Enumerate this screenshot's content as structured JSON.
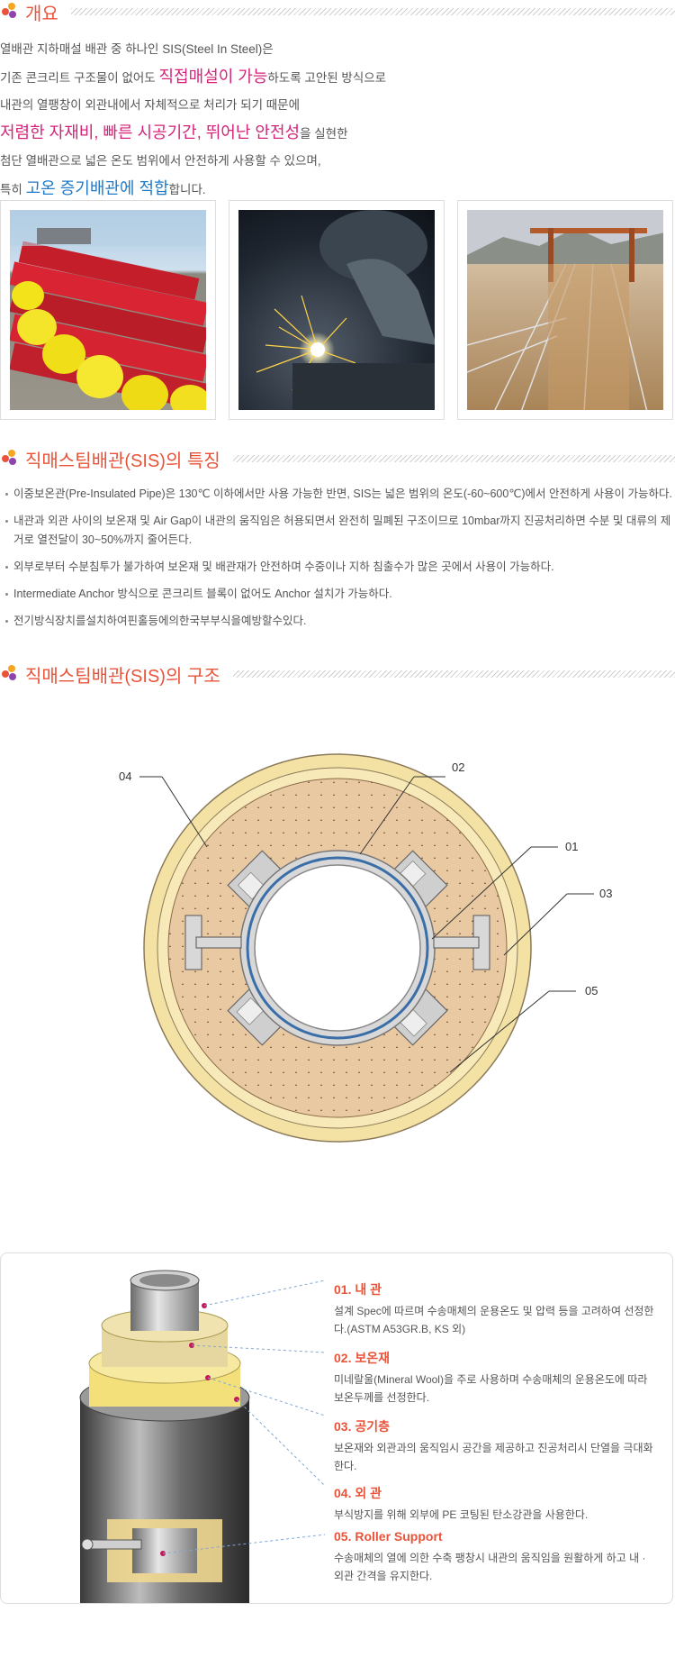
{
  "sections": {
    "overview": "개요",
    "features": "직매스팀배관(SIS)의 특징",
    "structure": "직매스팀배관(SIS)의 구조"
  },
  "intro": {
    "l1": "열배관 지하매설 배관 중 하나인 SIS(Steel In Steel)은",
    "l2a": "기존 콘크리트 구조물이 없어도 ",
    "l2b": "직접매설이 가능",
    "l2c": "하도록 고안된 방식으로",
    "l3": "내관의 열팽창이 외관내에서 자체적으로 처리가 되기 때문에",
    "l4a": "저렴한 자재비, 빠른 시공기간, 뛰어난 안전성",
    "l4b": "을 실현한",
    "l5": "첨단 열배관으로 넓은 온도 범위에서 안전하게 사용할 수 있으며,",
    "l6a": "특히 ",
    "l6b": "고온 증기배관에 적합",
    "l6c": "합니다."
  },
  "features": [
    "이중보온관(Pre-Insulated Pipe)은 130℃ 이하에서만 사용 가능한 반면, SIS는 넓은 범위의 온도(-60~600℃)에서 안전하게 사용이 가능하다.",
    "내관과 외관 사이의 보온재 및 Air Gap이 내관의 움직임은 허용되면서 완전히 밀폐된 구조이므로 10mbar까지 진공처리하면 수분 및 대류의 제거로 열전달이 30~50%까지 줄어든다.",
    "외부로부터 수분침투가 불가하여 보온재 및 배관재가 안전하며 수중이나 지하 침출수가 많은 곳에서 사용이 가능하다.",
    "Intermediate Anchor 방식으로 콘크리트 블록이 없어도 Anchor 설치가 가능하다.",
    "전기방식장치를설치하여핀홀등에의한국부부식을예방할수있다."
  ],
  "diagram_labels": {
    "l01": "01",
    "l02": "02",
    "l03": "03",
    "l04": "04",
    "l05": "05"
  },
  "legend": [
    {
      "title": "01. 내 관",
      "desc": "설계 Spec에 따르며 수송매체의 운용온도 및 압력 등을 고려하여 선정한다.(ASTM A53GR.B, KS 외)"
    },
    {
      "title": "02. 보온재",
      "desc": "미네랄울(Mineral Wool)을 주로 사용하며 수송매체의 운용온도에 따라 보온두께를 선정한다."
    },
    {
      "title": "03. 공기층",
      "desc": "보온재와 외관과의 움직임시 공간을 제공하고 진공처리시 단열을 극대화 한다."
    },
    {
      "title": "04. 외 관",
      "desc": "부식방지를 위해 외부에 PE 코팅된 탄소강관을 사용한다."
    },
    {
      "title": "05. Roller Support",
      "desc": "수송매체의 열에 의한 수축 팽창시 내관의 움직임을 원활하게 하고 내 · 외관 간격을 유지한다."
    }
  ],
  "colors": {
    "accent": "#e8543a",
    "pink": "#d4247a",
    "blue": "#1f7ac7",
    "insulation": "#e8c8a0",
    "outer_ring": "#f1dea0"
  }
}
